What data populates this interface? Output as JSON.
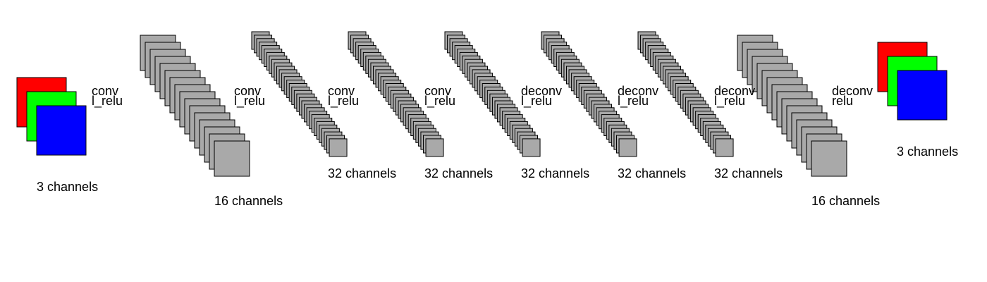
{
  "colors": {
    "background": "#ffffff",
    "feature_map_fill": "#a9a9a9",
    "outline": "#000000",
    "red": "#ff0000",
    "green": "#00ff00",
    "blue": "#0000ff"
  },
  "layers": [
    {
      "channel_label": "3 channels",
      "maps": 3,
      "map_colors": [
        "#ff0000",
        "#00ff00",
        "#0000ff"
      ]
    },
    {
      "channel_label": "16 channels",
      "maps": 16
    },
    {
      "channel_label": "32 channels",
      "maps": 32
    },
    {
      "channel_label": "32 channels",
      "maps": 32
    },
    {
      "channel_label": "32 channels",
      "maps": 32
    },
    {
      "channel_label": "32 channels",
      "maps": 32
    },
    {
      "channel_label": "32 channels",
      "maps": 32
    },
    {
      "channel_label": "16 channels",
      "maps": 16
    },
    {
      "channel_label": "3 channels",
      "maps": 3,
      "map_colors": [
        "#ff0000",
        "#00ff00",
        "#0000ff"
      ]
    }
  ],
  "operations": [
    {
      "op": "conv",
      "activation": "l_relu"
    },
    {
      "op": "conv",
      "activation": "l_relu"
    },
    {
      "op": "conv",
      "activation": "l_relu"
    },
    {
      "op": "conv",
      "activation": "l_relu"
    },
    {
      "op": "deconv",
      "activation": "l_relu"
    },
    {
      "op": "deconv",
      "activation": "l_relu"
    },
    {
      "op": "deconv",
      "activation": "l_relu"
    },
    {
      "op": "deconv",
      "activation": "relu"
    }
  ]
}
